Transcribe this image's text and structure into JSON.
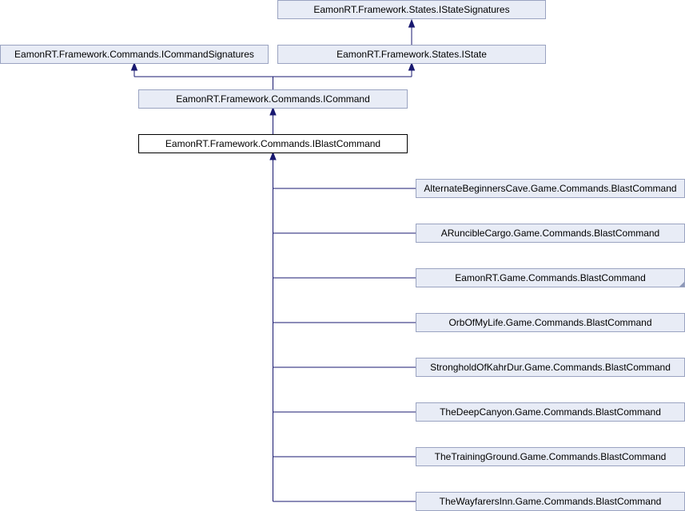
{
  "diagram": {
    "edge_color": "#191970",
    "nodes": {
      "istate_signatures": "EamonRT.Framework.States.IStateSignatures",
      "icommand_signatures": "EamonRT.Framework.Commands.ICommandSignatures",
      "istate": "EamonRT.Framework.States.IState",
      "icommand": "EamonRT.Framework.Commands.ICommand",
      "iblast_command": "EamonRT.Framework.Commands.IBlastCommand",
      "derived": [
        "AlternateBeginnersCave.Game.Commands.BlastCommand",
        "ARuncibleCargo.Game.Commands.BlastCommand",
        "EamonRT.Game.Commands.BlastCommand",
        "OrbOfMyLife.Game.Commands.BlastCommand",
        "StrongholdOfKahrDur.Game.Commands.BlastCommand",
        "TheDeepCanyon.Game.Commands.BlastCommand",
        "TheTrainingGround.Game.Commands.BlastCommand",
        "TheWayfarersInn.Game.Commands.BlastCommand"
      ]
    }
  }
}
